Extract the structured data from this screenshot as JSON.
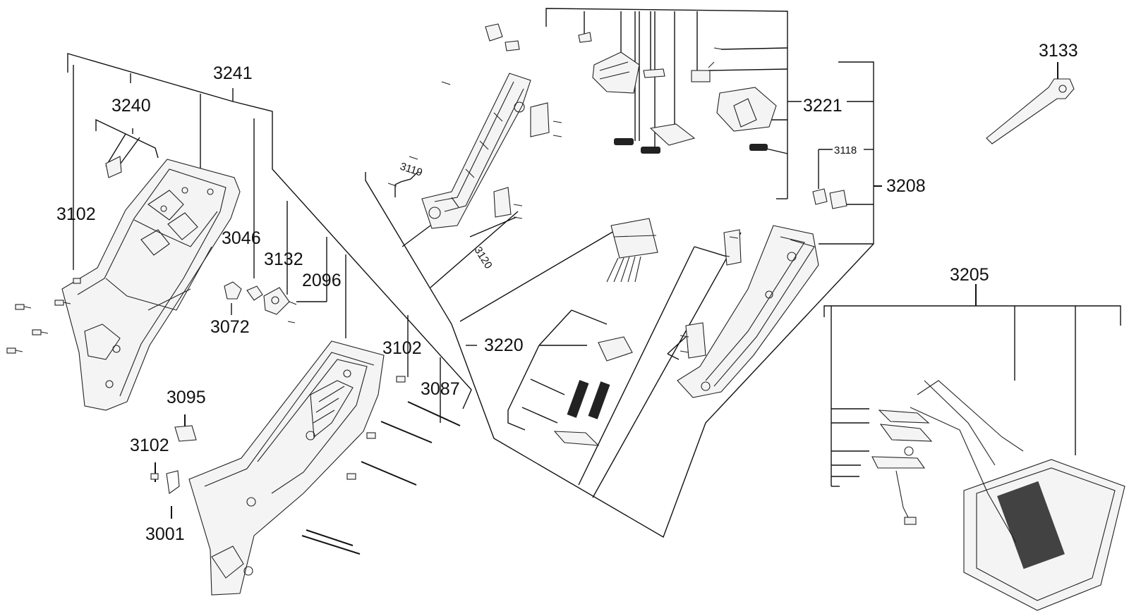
{
  "diagram": {
    "type": "exploded-parts-diagram",
    "labels": {
      "l3241": "3241",
      "l3240": "3240",
      "l3102a": "3102",
      "l3046": "3046",
      "l3132": "3132",
      "l2096": "2096",
      "l3072": "3072",
      "l3102b": "3102",
      "l3087": "3087",
      "l3095": "3095",
      "l3102c": "3102",
      "l3001": "3001",
      "l3119": "3119",
      "l3120": "3120",
      "l3221": "3221",
      "l3118": "3118",
      "l3208": "3208",
      "l3220": "3220",
      "l3133": "3133",
      "l3205": "3205"
    }
  }
}
